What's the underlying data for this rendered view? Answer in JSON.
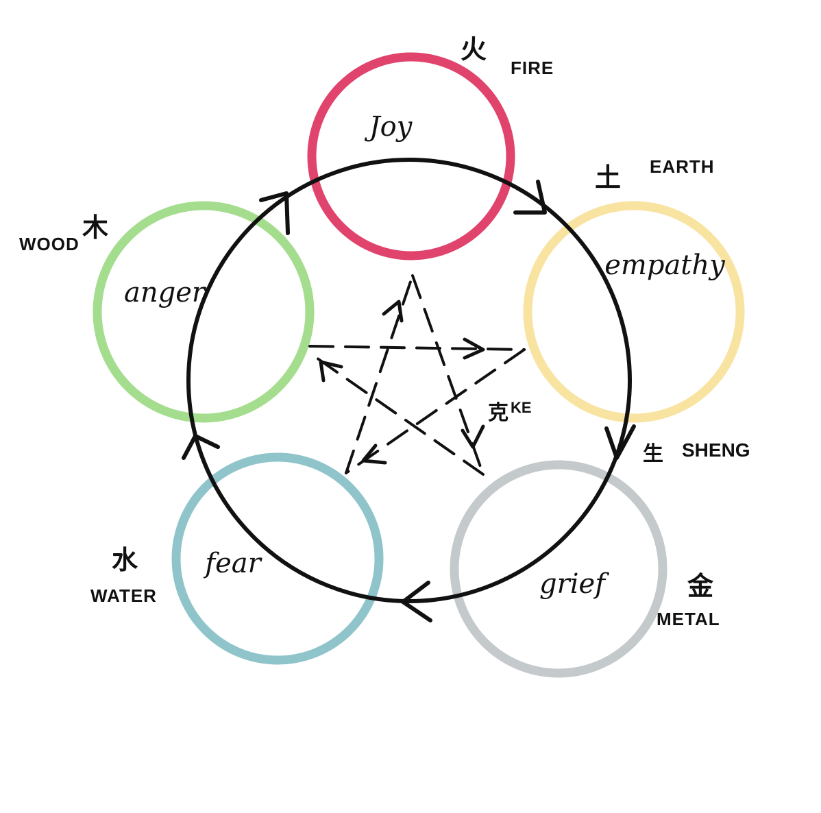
{
  "nodes": [
    {
      "id": "fire",
      "emotion": "Joy",
      "element": "FIRE",
      "hanzi": "火",
      "color": "#e0436b"
    },
    {
      "id": "earth",
      "emotion": "empathy",
      "element": "EARTH",
      "hanzi": "土",
      "color": "#f8e3a1"
    },
    {
      "id": "metal",
      "emotion": "grief",
      "element": "METAL",
      "hanzi": "金",
      "color": "#c4c9cc"
    },
    {
      "id": "water",
      "emotion": "fear",
      "element": "WATER",
      "hanzi": "水",
      "color": "#8fc4cb"
    },
    {
      "id": "wood",
      "emotion": "anger",
      "element": "WOOD",
      "hanzi": "木",
      "color": "#a5dd8f"
    }
  ],
  "sheng": {
    "hanzi": "生",
    "label": "SHENG"
  },
  "ke": {
    "hanzi": "克",
    "label": "KE"
  }
}
